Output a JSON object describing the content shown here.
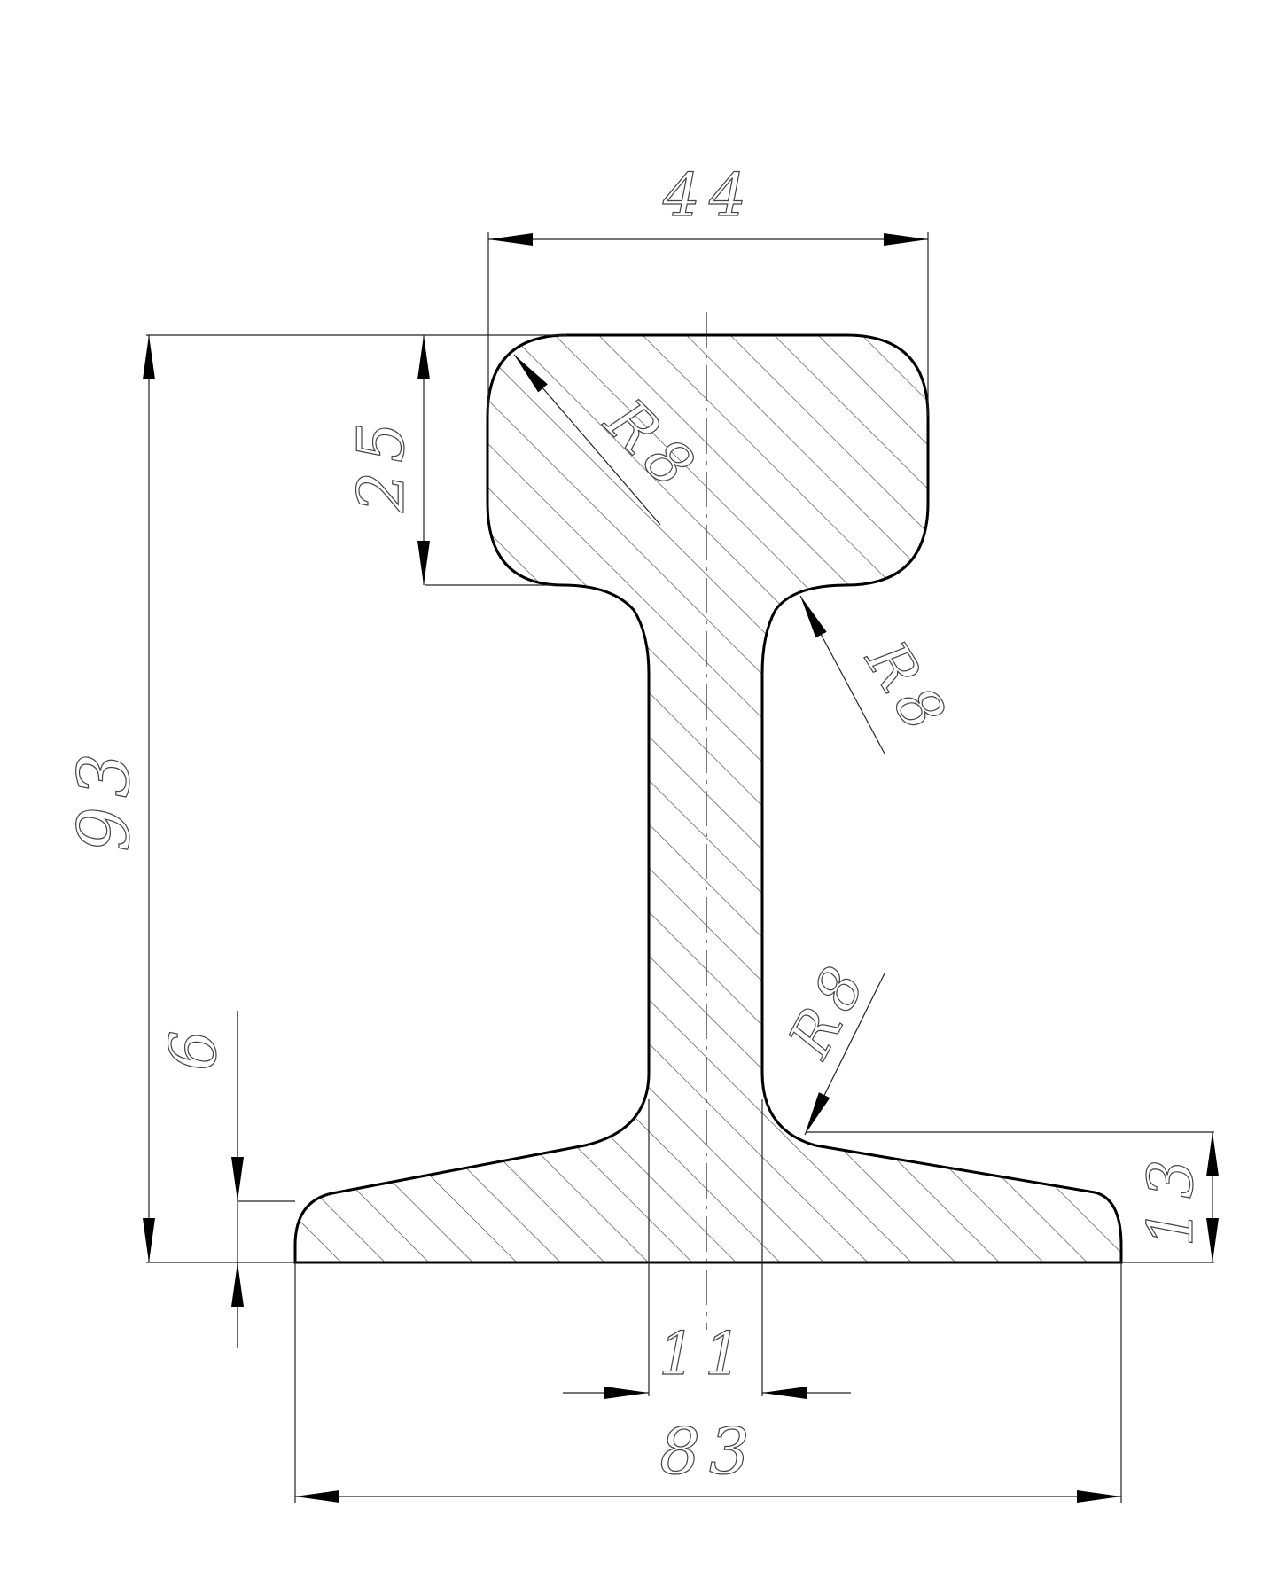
{
  "drawing": {
    "dimensions": {
      "head_width": "44",
      "head_height": "25",
      "total_height": "93",
      "web_thickness": "11",
      "base_width": "83",
      "base_edge_thickness": "6",
      "base_height": "13"
    },
    "radii": {
      "head_corner": "R8",
      "web_top_fillet": "R8",
      "web_bottom_fillet": "R8"
    },
    "colors": {
      "outline": "#000000",
      "hatch": "#333333",
      "dimension_line": "#222222"
    }
  }
}
